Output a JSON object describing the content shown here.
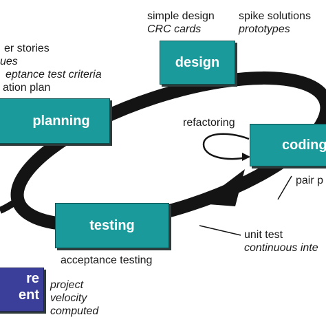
{
  "nodes": {
    "planning": "planning",
    "design": "design",
    "coding": "coding",
    "testing": "testing",
    "release_line1": "re",
    "release_line2": "ent"
  },
  "annotations": {
    "planning_notes": [
      "er stories",
      "ues",
      "eptance test criteria",
      "ation plan"
    ],
    "design_left": [
      "simple design",
      "CRC cards"
    ],
    "design_right": [
      "spike solutions",
      "prototypes"
    ],
    "refactoring": "refactoring",
    "pair_programming": "pair p",
    "coding_tests": [
      "unit test",
      "continuous inte"
    ],
    "acceptance_testing": "acceptance testing",
    "release_notes": [
      "project",
      "velocity",
      "computed"
    ]
  },
  "colors": {
    "process_box": "#1a9a9a",
    "release_box": "#3c3f99",
    "loop": "#141414"
  }
}
